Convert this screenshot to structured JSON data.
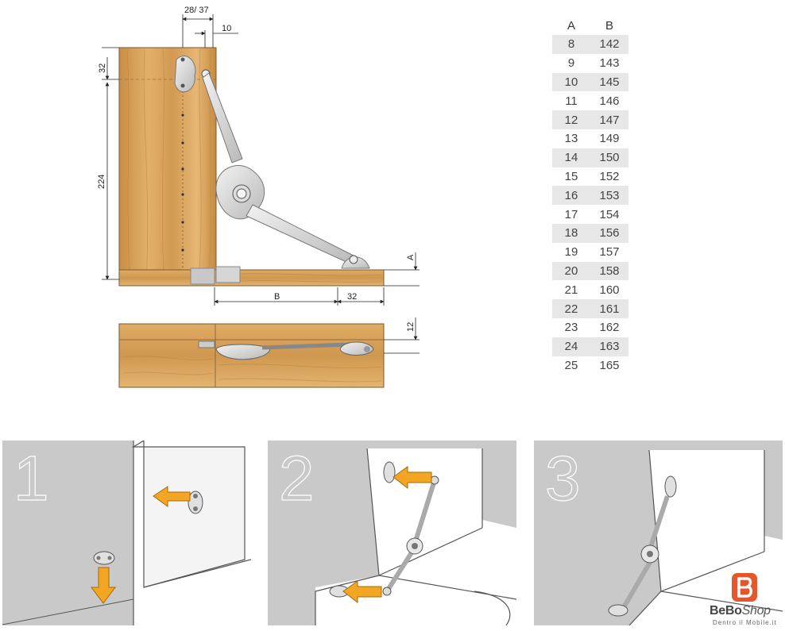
{
  "dimensions": {
    "top_offset": "28/ 37",
    "pin_offset": "10",
    "left_top": "32",
    "left_height": "224",
    "right_a": "A",
    "bottom_b": "B",
    "bottom_right": "32",
    "lower_view_right": "12"
  },
  "table": {
    "header_a": "A",
    "header_b": "B",
    "rows": [
      {
        "a": "8",
        "b": "142"
      },
      {
        "a": "9",
        "b": "143"
      },
      {
        "a": "10",
        "b": "145"
      },
      {
        "a": "11",
        "b": "146"
      },
      {
        "a": "12",
        "b": "147"
      },
      {
        "a": "13",
        "b": "149"
      },
      {
        "a": "14",
        "b": "150"
      },
      {
        "a": "15",
        "b": "152"
      },
      {
        "a": "16",
        "b": "153"
      },
      {
        "a": "17",
        "b": "154"
      },
      {
        "a": "18",
        "b": "156"
      },
      {
        "a": "19",
        "b": "157"
      },
      {
        "a": "20",
        "b": "158"
      },
      {
        "a": "21",
        "b": "160"
      },
      {
        "a": "22",
        "b": "161"
      },
      {
        "a": "23",
        "b": "162"
      },
      {
        "a": "24",
        "b": "163"
      },
      {
        "a": "25",
        "b": "165"
      }
    ]
  },
  "steps": [
    {
      "number": "1"
    },
    {
      "number": "2"
    },
    {
      "number": "3"
    }
  ],
  "logo": {
    "brand_a": "BeBo",
    "brand_b": "Shop",
    "tagline": "Dentro il Mobile.it"
  },
  "colors": {
    "wood": "#d9a55c",
    "wood_dark": "#b57f3a",
    "arrow": "#f2a623",
    "panel_bg": "#c9c9c9",
    "logo_accent": "#e5562b"
  }
}
